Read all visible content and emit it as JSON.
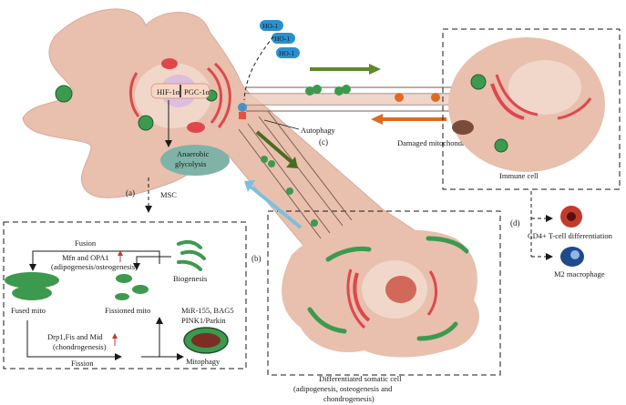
{
  "labels": {
    "hif": "HIF-1α",
    "pgc": "PGC-1α",
    "ho1": "HO-1",
    "anaerobic_line1": "Anaerobic",
    "anaerobic_line2": "glycolysis",
    "msc": "MSC",
    "a": "(a)",
    "b": "(b)",
    "c": "(c)",
    "d": "(d)",
    "autophagy": "Autophagy",
    "damaged_mito": "Damaged mitochondrion",
    "immune_cell": "Immune cell",
    "cd4": "CD4+ T-cell differentiation",
    "m2": "M2 macrophage",
    "fusion": "Fusion",
    "mfn_line1": "Mfn and OPA1",
    "mfn_line2": "(adipogenesis/osteogenesis)",
    "biogenesis": "Biogenesis",
    "fused_mito": "Fused mito",
    "fissioned_mito": "Fissioned mito",
    "mir_line1": "MiR-155, BAG5",
    "mir_line2": "PINK1/Parkin",
    "drp_line1": "Drp1,Fis and Mid",
    "drp_line2": "(chondrogenesis)",
    "fission": "Fission",
    "mitophagy": "Mitophagy",
    "diff_line1": "Differentiated somatic cell",
    "diff_line2": "(adipogenesis, osteogenesis and",
    "diff_line3": "chondrogenesis)"
  },
  "colors": {
    "cell_fill": "#e8c0ad",
    "nucleus_fill": "#f1d7c9",
    "mito_red": "#e0474c",
    "mito_green": "#3c9a4e",
    "arrow_green": "#5d8a2a",
    "arrow_orange": "#e06a1e",
    "arrow_blue": "#7cc0de",
    "ho1_blue": "#2a8fd0"
  }
}
